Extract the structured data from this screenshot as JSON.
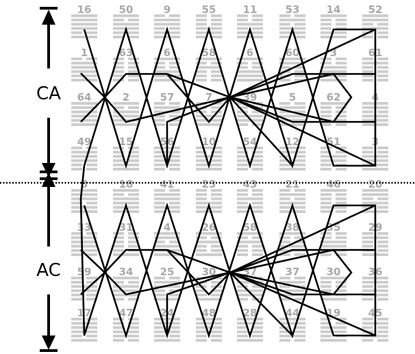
{
  "colors": {
    "hexagram": "#cdcdcd",
    "number": "#a9a9a9",
    "path": "#000000",
    "divider": "#000000",
    "background": "#ffffff"
  },
  "sections": [
    {
      "label": "CA",
      "rows": [
        [
          16,
          50,
          9,
          55,
          11,
          53,
          14,
          52
        ],
        [
          1,
          63,
          6,
          58,
          6,
          60,
          3,
          61
        ],
        [
          64,
          2,
          57,
          7,
          39,
          5,
          62,
          4
        ],
        [
          49,
          15,
          56,
          10,
          54,
          12,
          51,
          3
        ]
      ]
    },
    {
      "label": "AC",
      "rows": [
        [
          8,
          18,
          41,
          23,
          43,
          21,
          46,
          20
        ],
        [
          33,
          31,
          4,
          26,
          58,
          38,
          35,
          29
        ],
        [
          59,
          34,
          25,
          30,
          37,
          37,
          30,
          36
        ],
        [
          17,
          47,
          24,
          48,
          28,
          44,
          19,
          45
        ]
      ]
    }
  ]
}
